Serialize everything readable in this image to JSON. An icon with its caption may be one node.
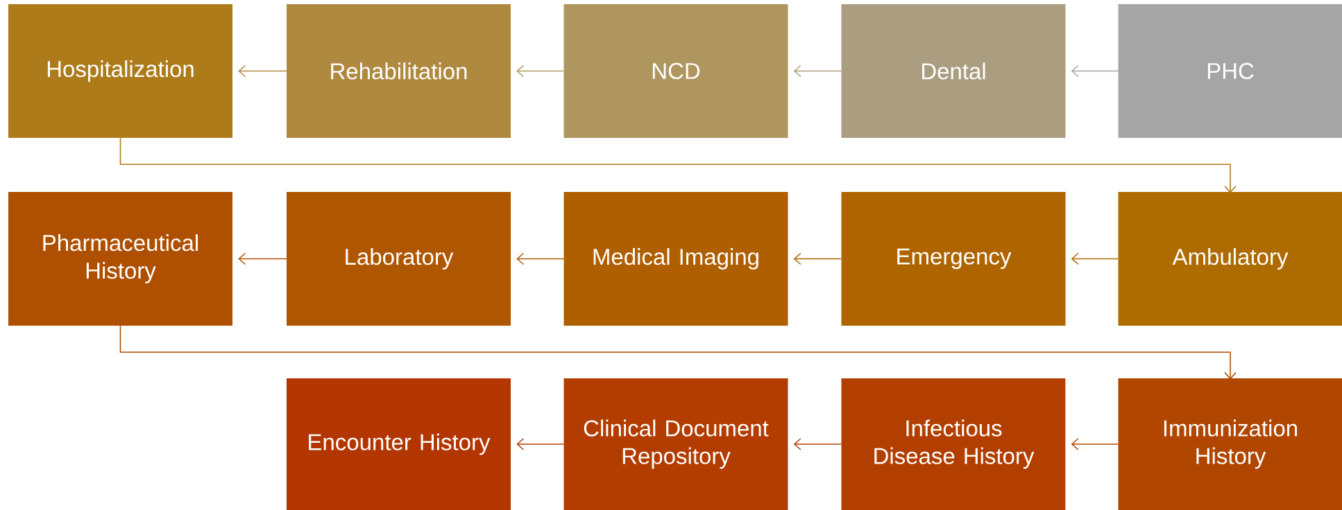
{
  "diagram": {
    "nodes": [
      {
        "text": [
          "Hospitalization"
        ]
      },
      {
        "text": [
          "Rehabilitation"
        ]
      },
      {
        "text": [
          "NCD"
        ]
      },
      {
        "text": [
          "Dental"
        ]
      },
      {
        "text": [
          "PHC"
        ]
      },
      {
        "text": [
          "Pharmaceutical History"
        ]
      },
      {
        "text": [
          "Laboratory"
        ]
      },
      {
        "text": [
          "Medical Imaging"
        ]
      },
      {
        "text": [
          "Emergency"
        ]
      },
      {
        "text": [
          "Ambulatory"
        ]
      },
      {
        "text": [
          "Encounter History"
        ]
      },
      {
        "text": [
          "Clinical Document Repository"
        ]
      },
      {
        "text": [
          "Infectious Disease History"
        ]
      },
      {
        "text": [
          "Immunization History"
        ]
      }
    ],
    "edges": [
      {
        "from": 4,
        "to": 3,
        "arrow": "to",
        "color": "#a5a5a5"
      },
      {
        "from": 3,
        "to": 2,
        "arrow": "to",
        "color": "#ab9d80"
      },
      {
        "from": 2,
        "to": 1,
        "arrow": "to",
        "color": "#af965f"
      },
      {
        "from": 1,
        "to": 0,
        "arrow": "to",
        "color": "#ae893f"
      },
      {
        "from": 0,
        "to": 9,
        "arrow": "to",
        "color": "#ae7b1a"
      },
      {
        "from": 9,
        "to": 8,
        "arrow": "to",
        "color": "#ae6c00"
      },
      {
        "from": 8,
        "to": 7,
        "arrow": "to",
        "color": "#ae6500"
      },
      {
        "from": 7,
        "to": 6,
        "arrow": "to",
        "color": "#af5e00"
      },
      {
        "from": 6,
        "to": 5,
        "arrow": "to",
        "color": "#af5600"
      },
      {
        "from": 5,
        "to": 13,
        "arrow": "to",
        "color": "#af4f00"
      },
      {
        "from": 13,
        "to": 12,
        "arrow": "to",
        "color": "#b14600"
      },
      {
        "from": 12,
        "to": 11,
        "arrow": "to",
        "color": "#b23f00"
      },
      {
        "from": 11,
        "to": 10,
        "arrow": "to",
        "color": "#b33c00"
      }
    ]
  }
}
